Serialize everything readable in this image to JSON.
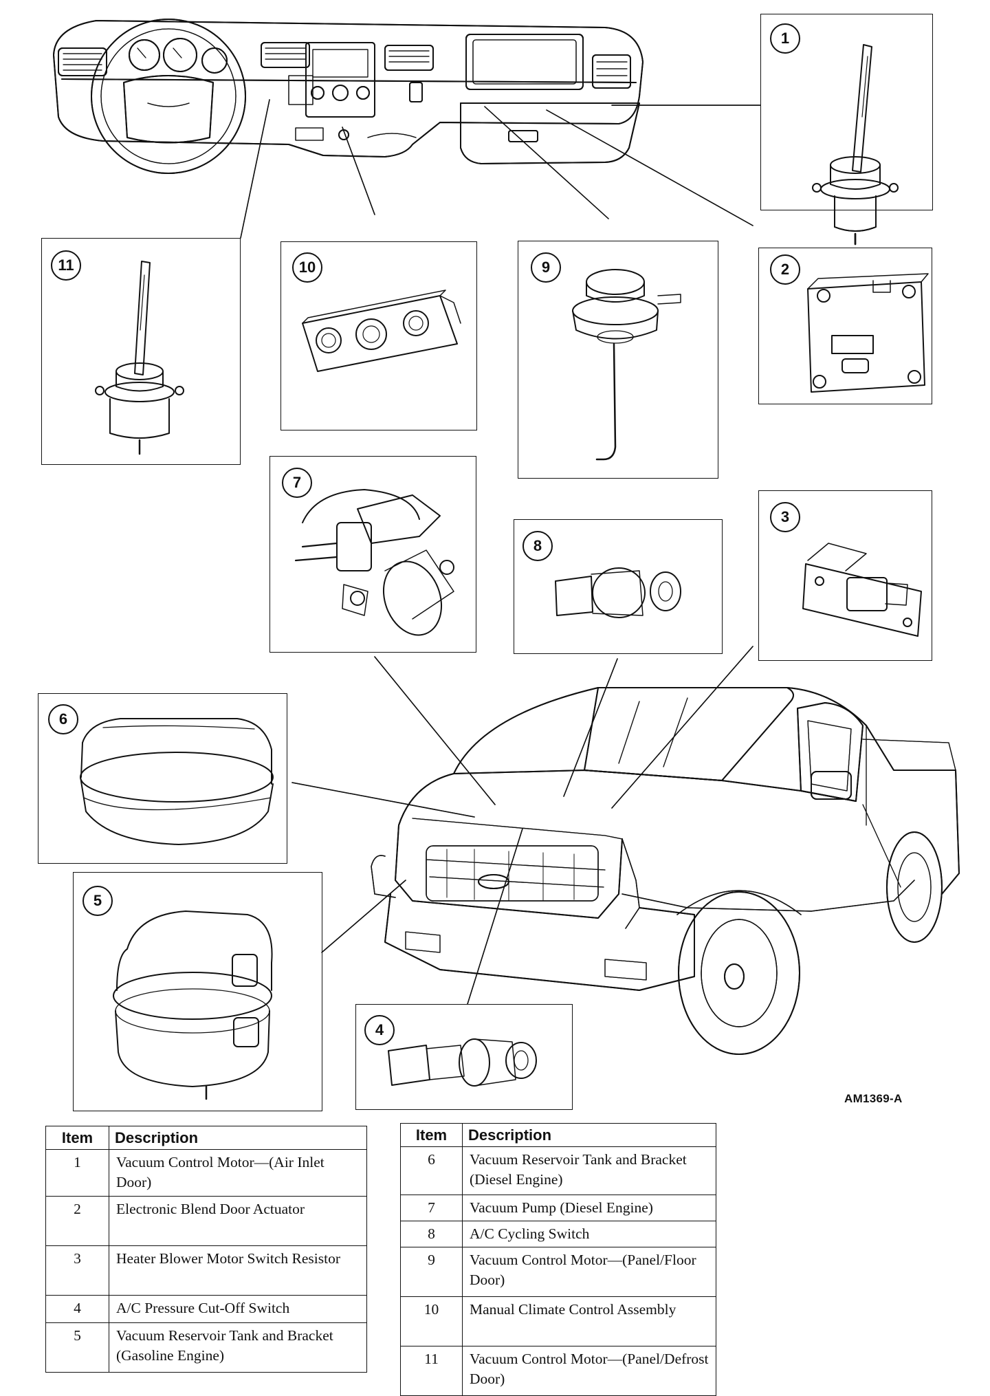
{
  "figure_id": "AM1369-A",
  "callouts": [
    "1",
    "2",
    "3",
    "4",
    "5",
    "6",
    "7",
    "8",
    "9",
    "10",
    "11"
  ],
  "legend": {
    "header_item": "Item",
    "header_description": "Description",
    "left_rows": [
      {
        "item": "1",
        "description": "Vacuum Control Motor—(Air Inlet Door)"
      },
      {
        "item": "2",
        "description": "Electronic Blend Door Actuator"
      },
      {
        "item": "3",
        "description": "Heater Blower Motor Switch Resistor"
      },
      {
        "item": "4",
        "description": "A/C Pressure Cut-Off Switch"
      },
      {
        "item": "5",
        "description": "Vacuum Reservoir Tank and Bracket (Gasoline Engine)"
      }
    ],
    "right_rows": [
      {
        "item": "6",
        "description": "Vacuum Reservoir Tank and Bracket (Diesel Engine)"
      },
      {
        "item": "7",
        "description": "Vacuum Pump (Diesel Engine)"
      },
      {
        "item": "8",
        "description": "A/C Cycling Switch"
      },
      {
        "item": "9",
        "description": "Vacuum Control Motor—(Panel/Floor Door)"
      },
      {
        "item": "10",
        "description": "Manual Climate Control Assembly"
      },
      {
        "item": "11",
        "description": "Vacuum Control Motor—(Panel/Defrost Door)"
      }
    ]
  }
}
